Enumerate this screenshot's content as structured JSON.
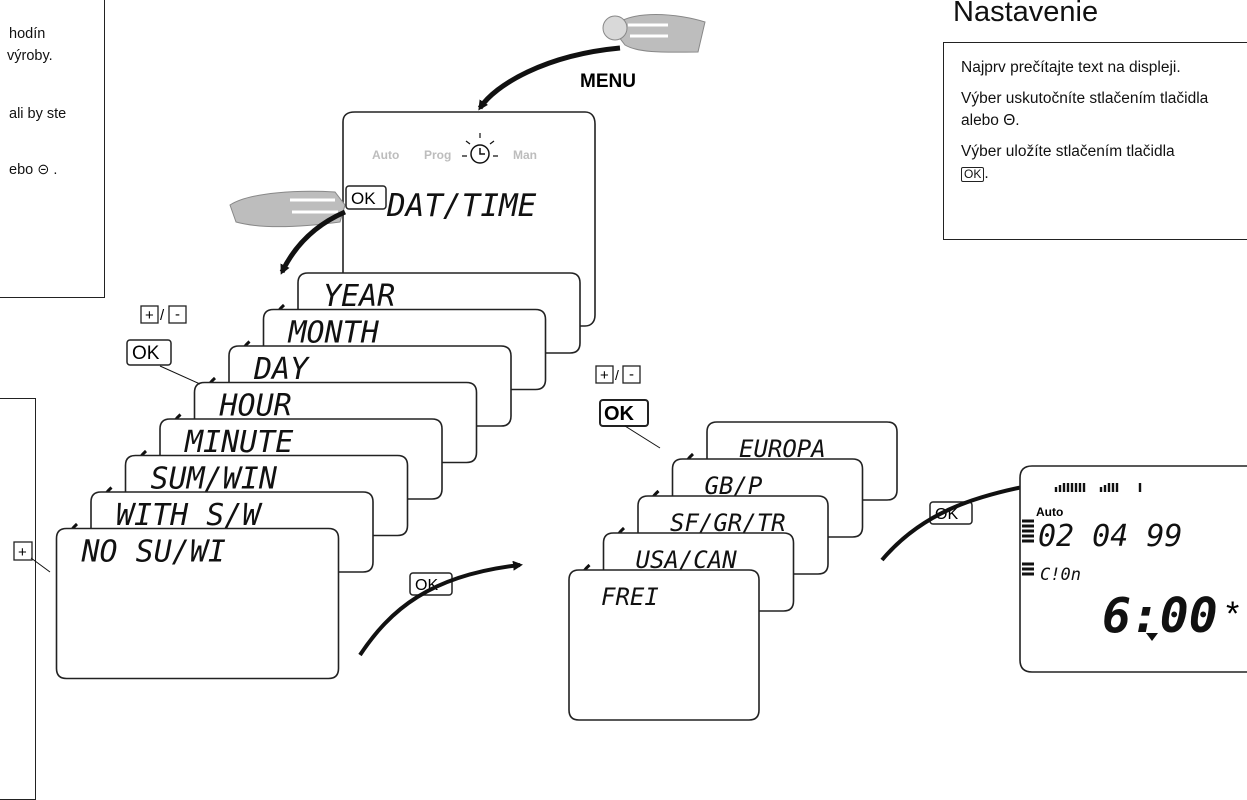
{
  "left_panel": {
    "fragments": [
      "hodín",
      "výroby.",
      "ali by ste",
      "ebo ⊝ ."
    ]
  },
  "menu_label": "MENU",
  "ok_label": "OK",
  "plus_minus": {
    "plus": "+",
    "slash": "/",
    "minus": "-"
  },
  "plus_only": "+",
  "date_time_screen": {
    "mode_labels": [
      "Auto",
      "Prog",
      "Man"
    ],
    "title": "DAT/TIME"
  },
  "date_time_steps": [
    "YEAR",
    "MONTH",
    "DAY",
    "HOUR",
    "MINUTE",
    "SUM/WIN",
    "WITH S/W",
    "NO SU/WI"
  ],
  "region_steps": [
    "EUROPA",
    "GB/P",
    "SF/GR/TR",
    "USA/CAN",
    "FREI"
  ],
  "result_display": {
    "mode": "Auto",
    "date": "02 04 99",
    "secondary": "C!0n",
    "time": "6:00",
    "symbol": "*"
  },
  "section": {
    "title": "Nastavenie",
    "lines": [
      "Najprv prečítajte text na displeji.",
      "Výber uskutočníte stlačením tlačidla",
      "alebo Θ.",
      "Výber uložíte stlačením tlačidla",
      "OK",
      "."
    ]
  }
}
